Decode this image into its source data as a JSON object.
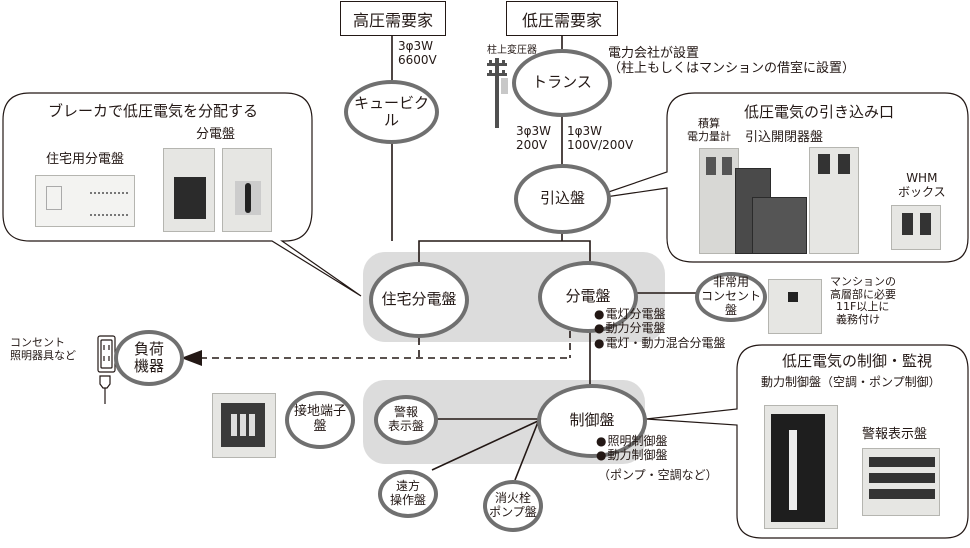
{
  "title": "低圧電気の配電系統図",
  "sources": {
    "high_voltage": "高圧需要家",
    "low_voltage": "低圧需要家"
  },
  "voltages": {
    "hv_phase": "3φ3W",
    "hv_volt": "6600V",
    "lv3_phase": "3φ3W",
    "lv3_volt": "200V",
    "lv1_phase": "1φ3W",
    "lv1_volt": "100V/200V"
  },
  "nodes": {
    "cubicle": "キュービクル",
    "transformer": "トランス",
    "service_panel": "引込盤",
    "residential_panel": "住宅分電盤",
    "distribution_panel": "分電盤",
    "emergency_outlet_line1": "非常用",
    "emergency_outlet_line2": "コンセント盤",
    "load_line1": "負荷",
    "load_line2": "機器",
    "ground_terminal": "接地端子盤",
    "control_panel": "制御盤",
    "alarm_line1": "警報",
    "alarm_line2": "表示盤",
    "remote_line1": "遠方",
    "remote_line2": "操作盤",
    "fire_pump_line1": "消火栓",
    "fire_pump_line2": "ポンプ盤"
  },
  "annotations": {
    "pole_transformer": "柱上変圧器",
    "utility_line1": "電力会社が設置",
    "utility_line2": "（柱上もしくはマンションの借室に設置）",
    "load_note_line1": "コンセント",
    "load_note_line2": "照明器具など",
    "emergency_note": [
      "マンションの",
      "高層部に必要",
      "11F以上に",
      "義務付け"
    ]
  },
  "distribution_bullets": [
    "電灯分電盤",
    "動力分電盤",
    "電灯・動力混合分電盤"
  ],
  "control_bullets": [
    "照明制御盤",
    "動力制御盤"
  ],
  "control_bullets_note": "（ポンプ・空調など）",
  "bubbles": {
    "breaker": {
      "title": "ブレーカで低圧電気を分配する",
      "residential_label": "住宅用分電盤",
      "distribution_label": "分電盤"
    },
    "service_entrance": {
      "title": "低圧電気の引き込み口",
      "meter_label_line1": "積算",
      "meter_label_line2": "電力量計",
      "switchgear_label": "引込開閉器盤",
      "whm_line1": "WHM",
      "whm_line2": "ボックス"
    },
    "control_monitor": {
      "title": "低圧電気の制御・監視",
      "subtitle": "動力制御盤（空調・ポンプ制御）",
      "alarm_label": "警報表示盤"
    }
  },
  "colors": {
    "line": "#231815",
    "node_border": "#707070",
    "group_fill": "#dcdcdc",
    "photo_fill": "#e6e6e3"
  }
}
